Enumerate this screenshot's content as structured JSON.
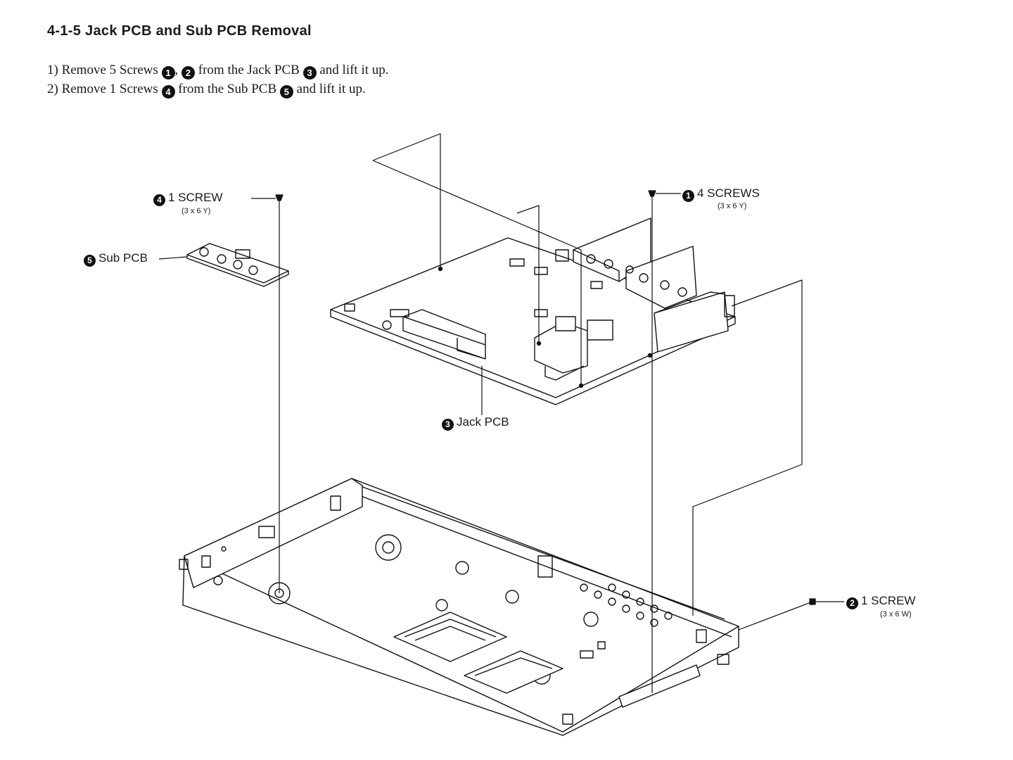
{
  "title": "4-1-5 Jack PCB and Sub PCB Removal",
  "steps": [
    {
      "prefix": "1) Remove 5 Screws",
      "n1": "1",
      "sep": ",",
      "n2": "2",
      "mid": "from the Jack PCB",
      "n3": "3",
      "suffix": "and lift it up."
    },
    {
      "prefix": "2) Remove 1 Screws",
      "n1": "4",
      "mid": "from the Sub PCB",
      "n2": "5",
      "suffix": "and lift it up."
    }
  ],
  "callouts": {
    "screw4": {
      "num": "4",
      "label": "1 SCREW",
      "spec": "(3 x 6 Y)"
    },
    "screw1": {
      "num": "1",
      "label": "4 SCREWS",
      "spec": "(3 x 6 Y)"
    },
    "subpcb": {
      "num": "5",
      "label": "Sub PCB"
    },
    "jackpcb": {
      "num": "3",
      "label": "Jack PCB"
    },
    "screw2": {
      "num": "2",
      "label": "1 SCREW",
      "spec": "(3 x 6 W)"
    }
  }
}
